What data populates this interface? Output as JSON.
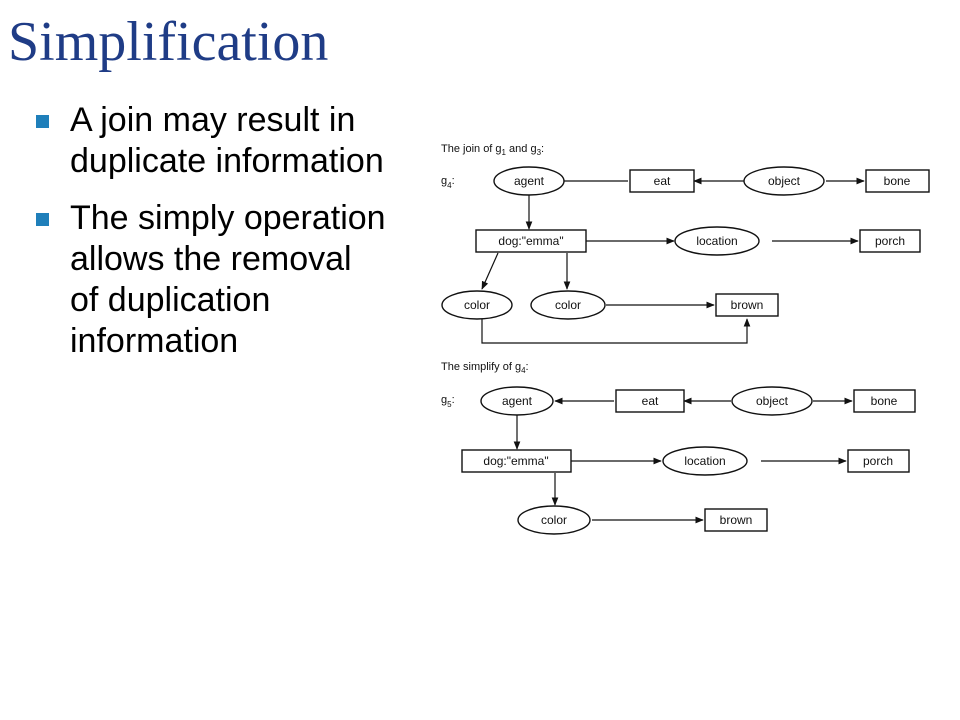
{
  "slide": {
    "title": "Simplification",
    "bullets": [
      "A join may result in duplicate information",
      "The simply operation allows the removal of duplication information"
    ]
  },
  "diagram_top": {
    "caption_prefix": "The join of g",
    "caption_sub1": "1",
    "caption_and": " and g",
    "caption_sub2": "3",
    "caption_suffix": ":",
    "graph_label": "g",
    "graph_sub": "4",
    "graph_suffix": ":",
    "nodes": {
      "agent": "agent",
      "eat": "eat",
      "object": "object",
      "bone": "bone",
      "dog": "dog:\"emma\"",
      "location": "location",
      "porch": "porch",
      "color1": "color",
      "color2": "color",
      "brown": "brown"
    }
  },
  "diagram_bottom": {
    "caption_prefix": "The simplify of g",
    "caption_sub": "4",
    "caption_suffix": ":",
    "graph_label": "g",
    "graph_sub": "5",
    "graph_suffix": ":",
    "nodes": {
      "agent": "agent",
      "eat": "eat",
      "object": "object",
      "bone": "bone",
      "dog": "dog:\"emma\"",
      "location": "location",
      "porch": "porch",
      "color": "color",
      "brown": "brown"
    }
  }
}
